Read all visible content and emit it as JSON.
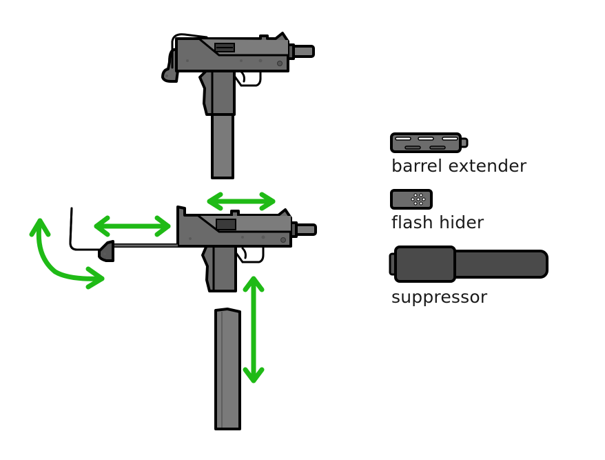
{
  "diagram": {
    "title": "",
    "parts": [
      {
        "id": "assembled-smg",
        "description": "assembled submachine gun"
      },
      {
        "id": "disassembled-smg",
        "description": "submachine gun with folding stock extended and magazine removed"
      },
      {
        "id": "folding-stock",
        "description": "folding wire stock"
      },
      {
        "id": "magazine",
        "description": "detached magazine"
      }
    ],
    "movements": [
      {
        "id": "stock-fold",
        "type": "curved-double-arrow"
      },
      {
        "id": "stock-slide",
        "type": "horizontal-double-arrow"
      },
      {
        "id": "bolt-slide",
        "type": "horizontal-double-arrow"
      },
      {
        "id": "magazine-insert",
        "type": "vertical-double-arrow"
      }
    ],
    "attachments": [
      {
        "label": "barrel extender",
        "icon": "barrel-extender-icon"
      },
      {
        "label": "flash hider",
        "icon": "flash-hider-icon"
      },
      {
        "label": "suppressor",
        "icon": "suppressor-icon"
      }
    ],
    "colors": {
      "arrow": "#1fba16",
      "gun_body": "#6a6a6a",
      "outline": "#000000",
      "suppressor": "#4a4a4a"
    }
  }
}
